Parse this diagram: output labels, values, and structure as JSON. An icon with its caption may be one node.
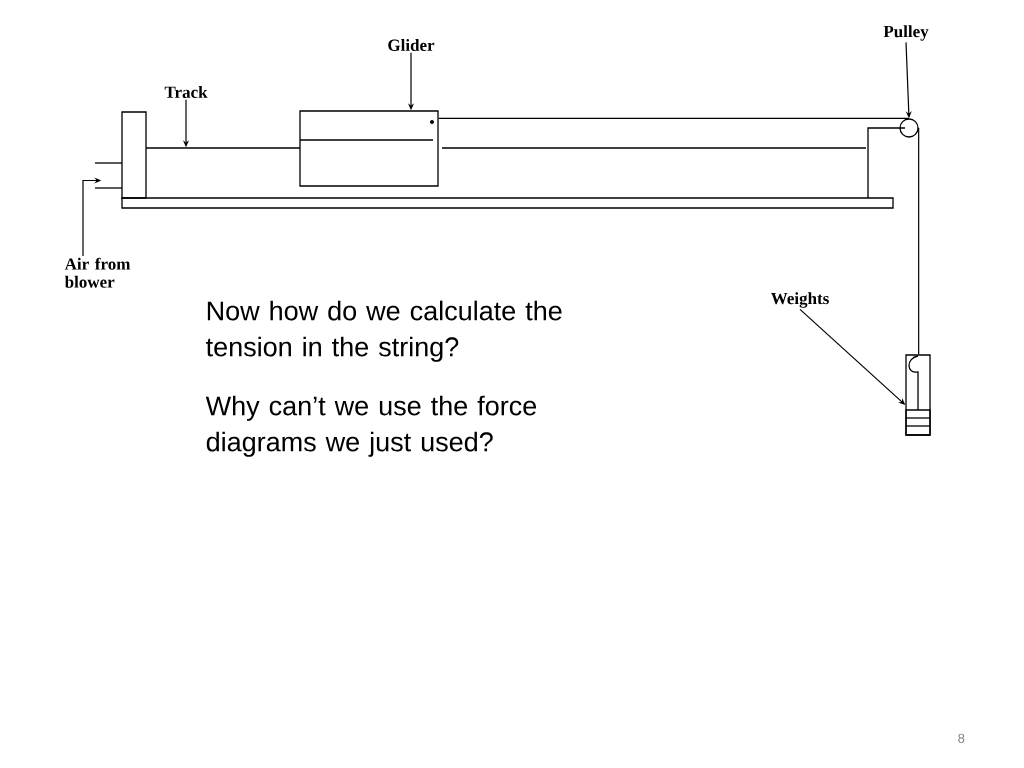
{
  "diagram": {
    "nodes": [
      {
        "text": [
          "Glider"
        ]
      },
      {
        "text": [
          "Pulley"
        ]
      },
      {
        "text": [
          "Track"
        ]
      },
      {
        "text": [
          "Air from blower"
        ]
      },
      {
        "text": [
          "Weights"
        ]
      },
      {
        "text": [],
        "shape": "bar"
      },
      {
        "text": [],
        "shape": "box"
      },
      {
        "text": [],
        "shape": "circle"
      },
      {
        "text": [],
        "shape": "box"
      },
      {
        "text": [],
        "shape": "pipe"
      }
    ],
    "edges": [
      {
        "from": 0,
        "to": 6,
        "arrow": "to"
      },
      {
        "from": 1,
        "to": 7,
        "arrow": "to"
      },
      {
        "from": 2,
        "to": 5,
        "arrow": "to"
      },
      {
        "from": 3,
        "to": 9,
        "arrow": "to"
      },
      {
        "from": 4,
        "to": 8,
        "arrow": "to"
      },
      {
        "from": 6,
        "to": 7,
        "arrow": "none"
      },
      {
        "from": 7,
        "to": 8,
        "arrow": "none"
      }
    ],
    "labels": [
      "Now how do we calculate the tension in the string?",
      "Why can’t we use the force diagrams we just used?",
      "8"
    ]
  }
}
